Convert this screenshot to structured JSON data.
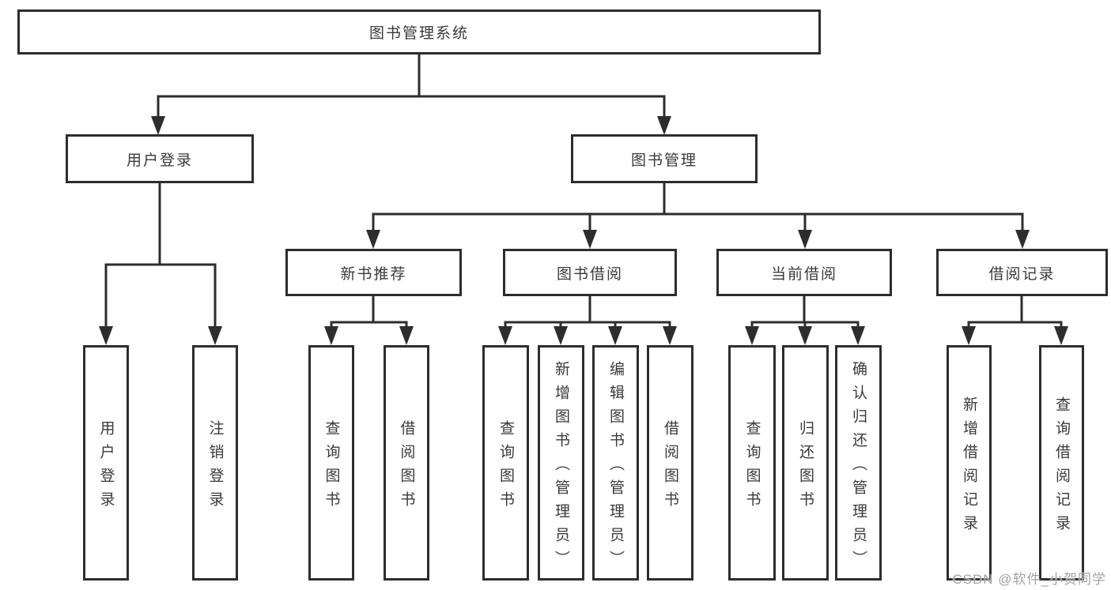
{
  "diagram": {
    "root": "图书管理系统",
    "level2": [
      "用户登录",
      "图书管理"
    ],
    "level3": [
      "新书推荐",
      "图书借阅",
      "当前借阅",
      "借阅记录"
    ],
    "leaves": [
      "用户登录",
      "注销登录",
      "查询图书",
      "借阅图书",
      "查询图书",
      "新增图书（管理员）",
      "编辑图书（管理员）",
      "借阅图书",
      "查询图书",
      "归还图书",
      "确认归还（管理员）",
      "新增借阅记录",
      "查询借阅记录"
    ]
  },
  "watermark": "CSDN @软件_小贺同学",
  "colors": {
    "line": "#2d2d2d",
    "text": "#3a3a3a",
    "background": "#ffffff",
    "watermark": "#a2a2a2"
  }
}
